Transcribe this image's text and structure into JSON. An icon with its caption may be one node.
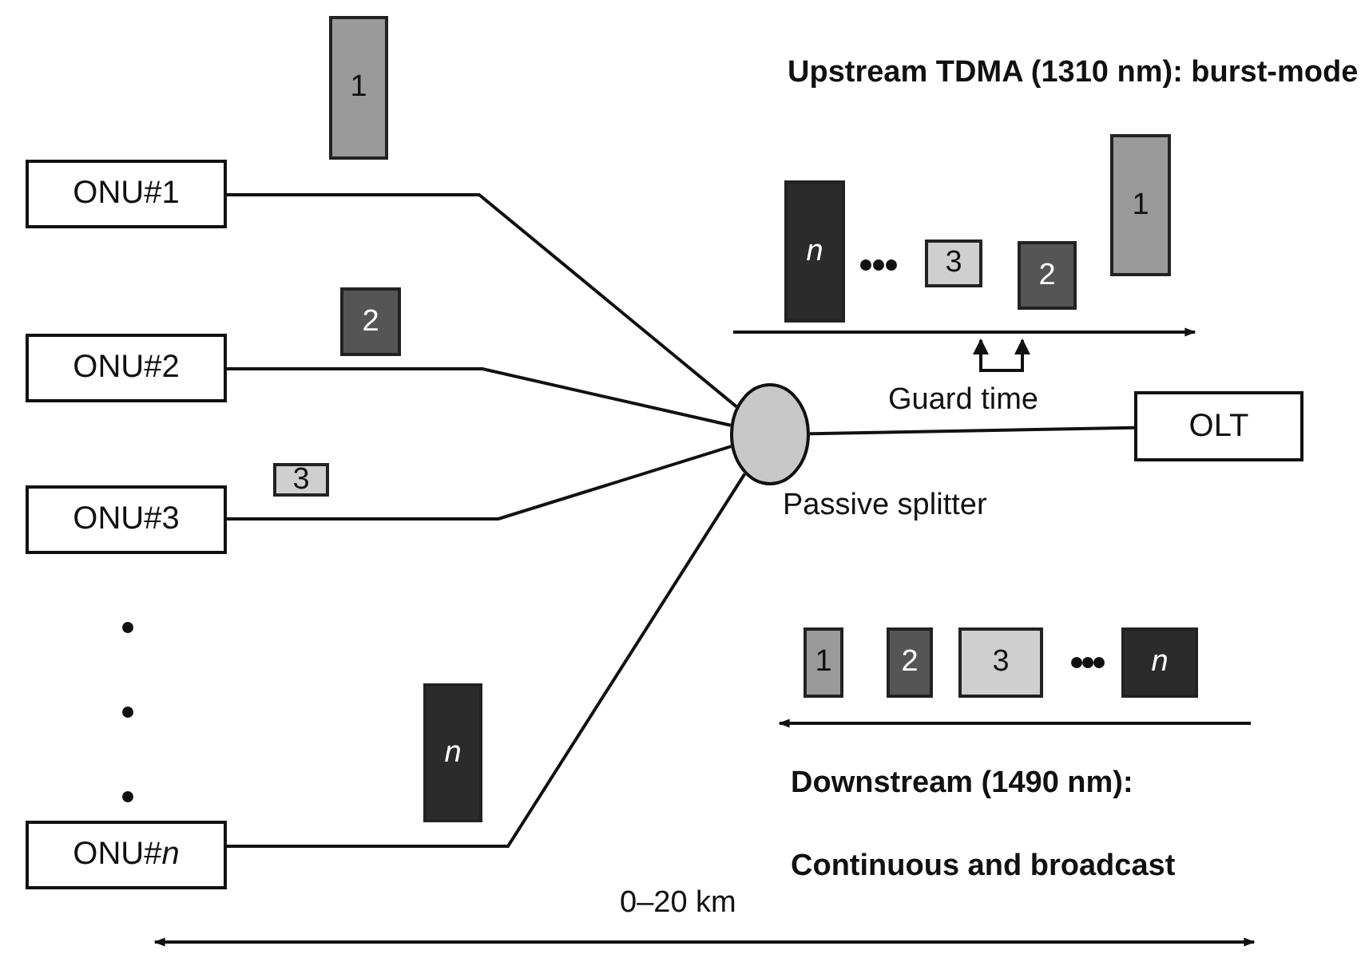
{
  "diagram": {
    "nodes": [
      {
        "text": [
          "ONU#1"
        ]
      },
      {
        "text": [
          "ONU#2"
        ]
      },
      {
        "text": [
          "ONU#3"
        ]
      },
      {
        "text": [
          "ONU#*n*"
        ]
      },
      {
        "text": [],
        "shape": "circle",
        "beside": [
          "Passive splitter"
        ]
      },
      {
        "text": [
          "OLT"
        ]
      },
      {
        "text": [
          "1"
        ]
      },
      {
        "text": [
          "2"
        ]
      },
      {
        "text": [
          "3"
        ]
      },
      {
        "text": [
          "*n*"
        ]
      },
      {
        "text": [
          "*n*"
        ]
      },
      {
        "text": [
          "3"
        ]
      },
      {
        "text": [
          "2"
        ]
      },
      {
        "text": [
          "1"
        ]
      },
      {
        "text": [
          "1"
        ]
      },
      {
        "text": [
          "2"
        ]
      },
      {
        "text": [
          "3"
        ]
      },
      {
        "text": [
          "*n*"
        ]
      }
    ],
    "edges": [
      {
        "from": 0,
        "to": 4,
        "arrow": "none"
      },
      {
        "from": 1,
        "to": 4,
        "arrow": "none"
      },
      {
        "from": 2,
        "to": 4,
        "arrow": "none"
      },
      {
        "from": 3,
        "to": 4,
        "arrow": "none"
      },
      {
        "from": 4,
        "to": 5,
        "arrow": "none"
      }
    ],
    "labels": [
      "Upstream TDMA (1310 nm): burst-mode",
      "Guard time",
      "Downstream (1490 nm):",
      "Continuous and broadcast",
      "0–20 km"
    ]
  }
}
